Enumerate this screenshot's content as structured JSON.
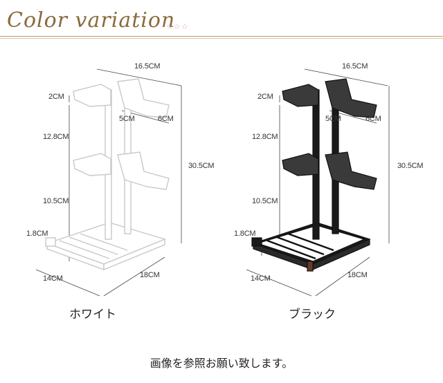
{
  "header": {
    "title": "Color variation",
    "stars": "☆☆☆"
  },
  "products": [
    {
      "name": "ホワイト",
      "color": "#ffffff",
      "dims": {
        "width_top": "16.5CM",
        "tray_depth": "2CM",
        "gap_inner": "5CM",
        "gap_outer": "6CM",
        "height_upper": "12.8CM",
        "height_total": "30.5CM",
        "height_lower": "10.5CM",
        "base_rail": "1.8CM",
        "base_width": "14CM",
        "base_depth": "18CM"
      }
    },
    {
      "name": "ブラック",
      "color": "#1a1a1a",
      "dims": {
        "width_top": "16.5CM",
        "tray_depth": "2CM",
        "gap_inner": "5CM",
        "gap_outer": "6CM",
        "height_upper": "12.8CM",
        "height_total": "30.5CM",
        "height_lower": "10.5CM",
        "base_rail": "1.8CM",
        "base_width": "14CM",
        "base_depth": "18CM"
      }
    }
  ],
  "footer": {
    "note": "画像を参照お願い致します。"
  }
}
